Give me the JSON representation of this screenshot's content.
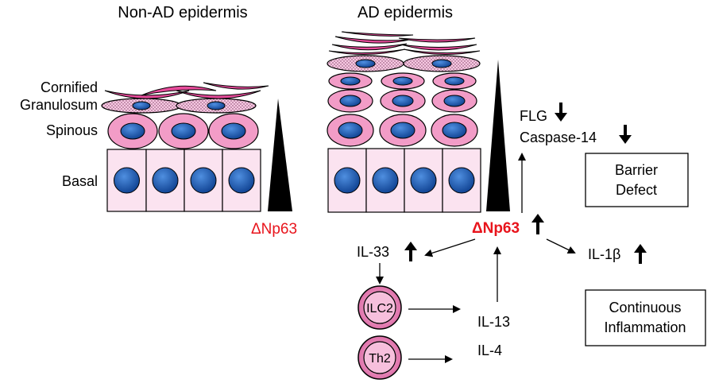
{
  "titles": {
    "left": "Non-AD epidermis",
    "right": "AD epidermis"
  },
  "layers": {
    "cornified": "Cornified",
    "granulosum": "Granulosum",
    "spinous": "Spinous",
    "basal": "Basal"
  },
  "gradient_left": "ΔNp63",
  "center_label": "ΔNp63",
  "markers": {
    "flg": "FLG",
    "caspase": "Caspase-14",
    "il33": "IL-33",
    "il1b": "IL-1β",
    "il13": "IL-13",
    "il4": "IL-4"
  },
  "cells": {
    "ilc2": "ILC2",
    "th2": "Th2"
  },
  "boxes": {
    "barrier_line1": "Barrier",
    "barrier_line2": "Defect",
    "inflam_line1": "Continuous",
    "inflam_line2": "Inflammation"
  },
  "colors": {
    "accent_red": "#e8141c",
    "cornified": "#e64b9a",
    "granular_fill": "#f7c9e2",
    "spinous_fill": "#f29cc7",
    "basal_fill": "#fbe3f0",
    "nucleus": "#1f5fb4",
    "outline": "#000000"
  }
}
